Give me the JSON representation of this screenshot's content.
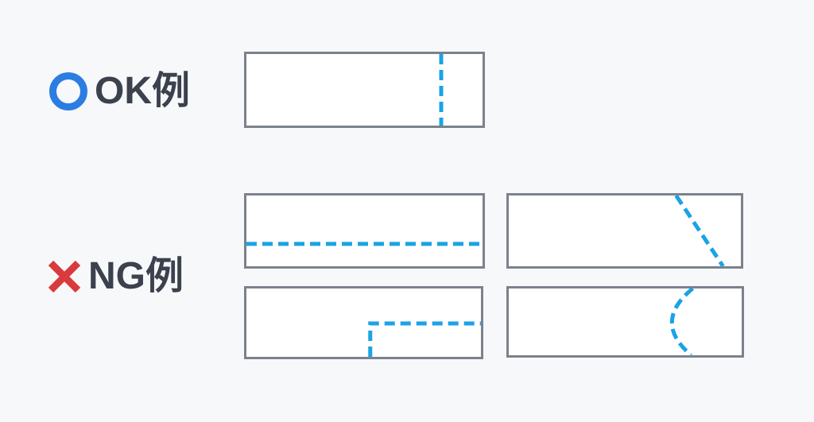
{
  "page": {
    "background": "#f7f8fa"
  },
  "colors": {
    "dash_blue": "#1aa3e6",
    "ok_blue": "#2b7de2",
    "ng_red": "#d93a3c",
    "box_border": "#7b828c",
    "box_fill": "#ffffff",
    "label_text": "#3b414d"
  },
  "ok_section": {
    "label": "OK例",
    "icon": "circle-ok-icon",
    "examples": [
      {
        "name": "straight-vertical-cut-near-right-edge",
        "line": {
          "kind": "polyline",
          "points": [
            [
              0.825,
              0
            ],
            [
              0.825,
              1
            ]
          ]
        }
      }
    ]
  },
  "ng_section": {
    "label": "NG例",
    "icon": "cross-ng-icon",
    "examples": [
      {
        "name": "horizontal-cut",
        "line": {
          "kind": "polyline",
          "points": [
            [
              0,
              0.684
            ],
            [
              1,
              0.684
            ]
          ]
        }
      },
      {
        "name": "diagonal-cut",
        "line": {
          "kind": "polyline",
          "points": [
            [
              0.721,
              0
            ],
            [
              0.923,
              1
            ]
          ]
        }
      },
      {
        "name": "stepped-cut",
        "line": {
          "kind": "polyline",
          "points": [
            [
              0.528,
              1
            ],
            [
              0.528,
              0.511
            ],
            [
              1,
              0.511
            ]
          ]
        }
      },
      {
        "name": "curved-cut",
        "line": {
          "kind": "quadratic",
          "points": [
            [
              0.79,
              0
            ],
            [
              0.615,
              0.5
            ],
            [
              0.783,
              1
            ]
          ]
        }
      }
    ]
  },
  "dash_style": {
    "stroke_width": 5,
    "dash_length": 13,
    "gap_length": 7
  }
}
